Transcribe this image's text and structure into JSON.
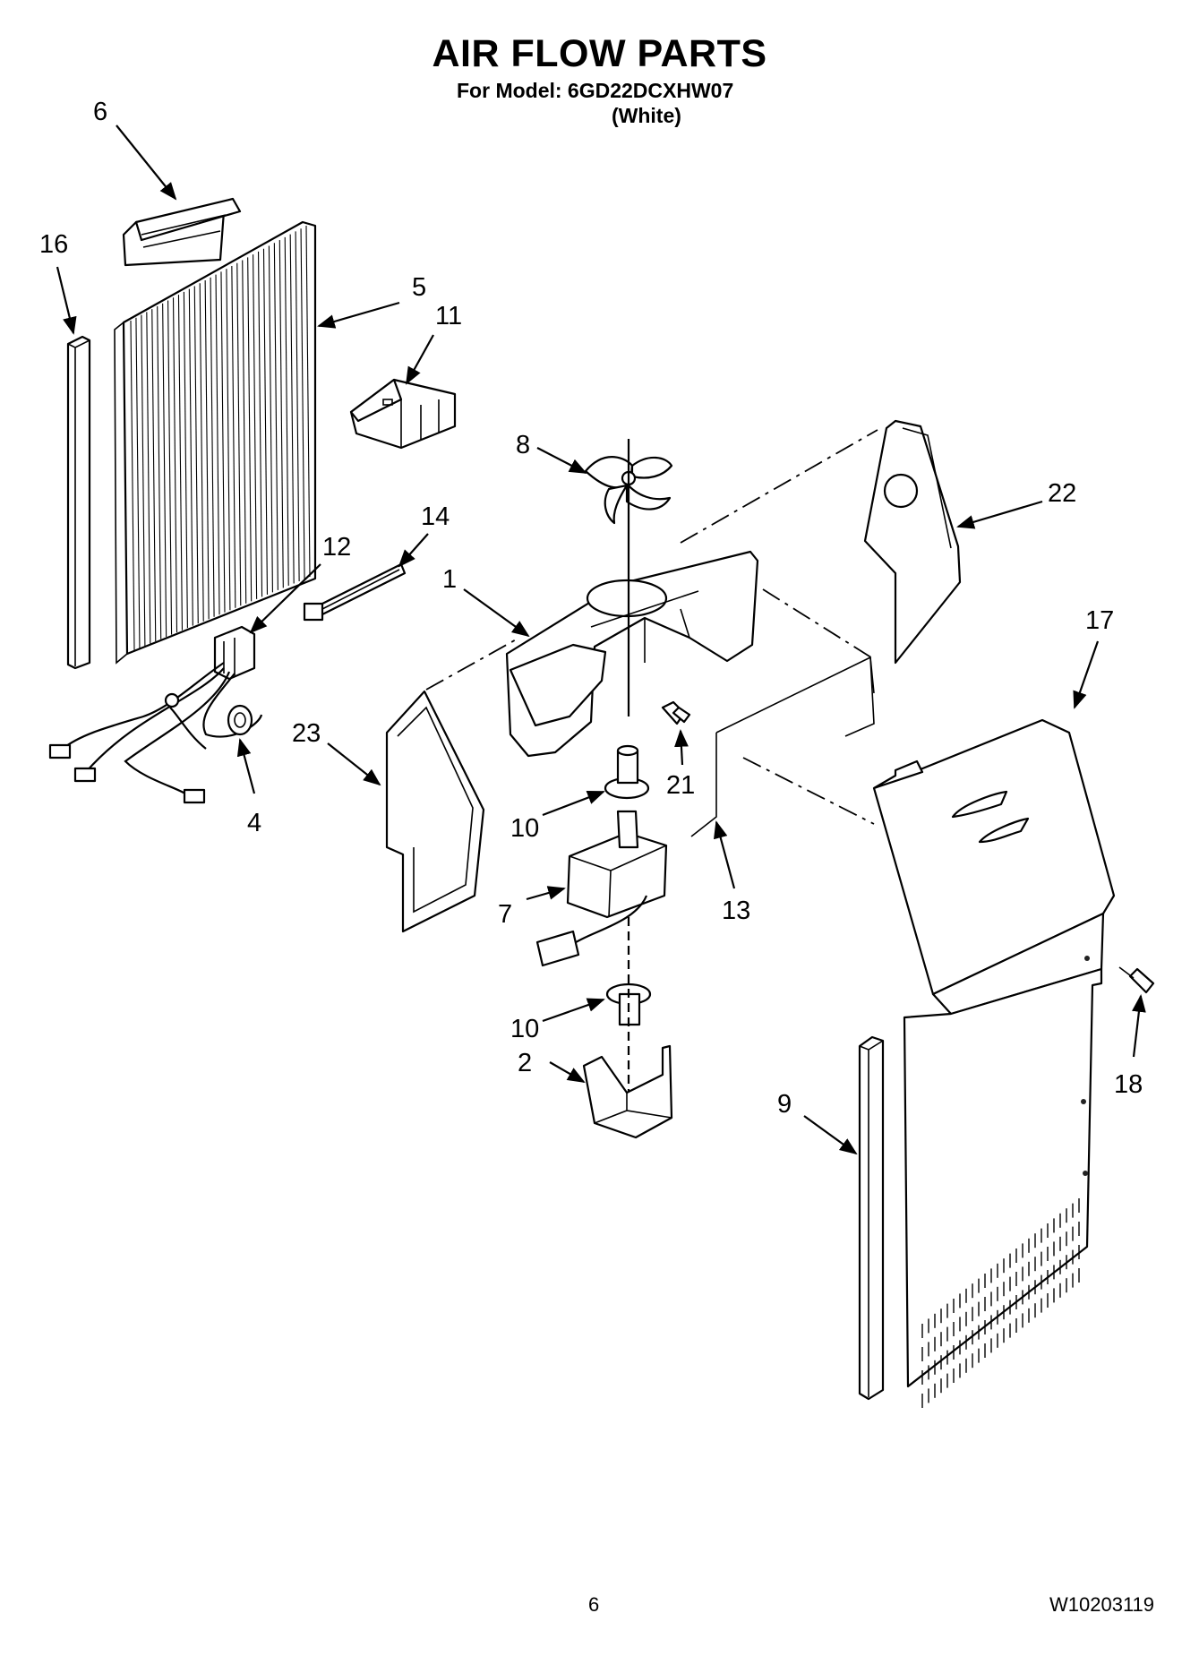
{
  "header": {
    "title": "AIR FLOW PARTS",
    "model_line": "For Model: 6GD22DCXHW07",
    "color_line": "(White)"
  },
  "footer": {
    "page_number": "6",
    "document_number": "W10203119"
  },
  "callouts": {
    "p1": "1",
    "p2": "2",
    "p4": "4",
    "p5": "5",
    "p6": "6",
    "p7": "7",
    "p8": "8",
    "p9": "9",
    "p10a": "10",
    "p10b": "10",
    "p11": "11",
    "p12": "12",
    "p13": "13",
    "p14": "14",
    "p16": "16",
    "p17": "17",
    "p18": "18",
    "p21": "21",
    "p22": "22",
    "p23": "23"
  }
}
